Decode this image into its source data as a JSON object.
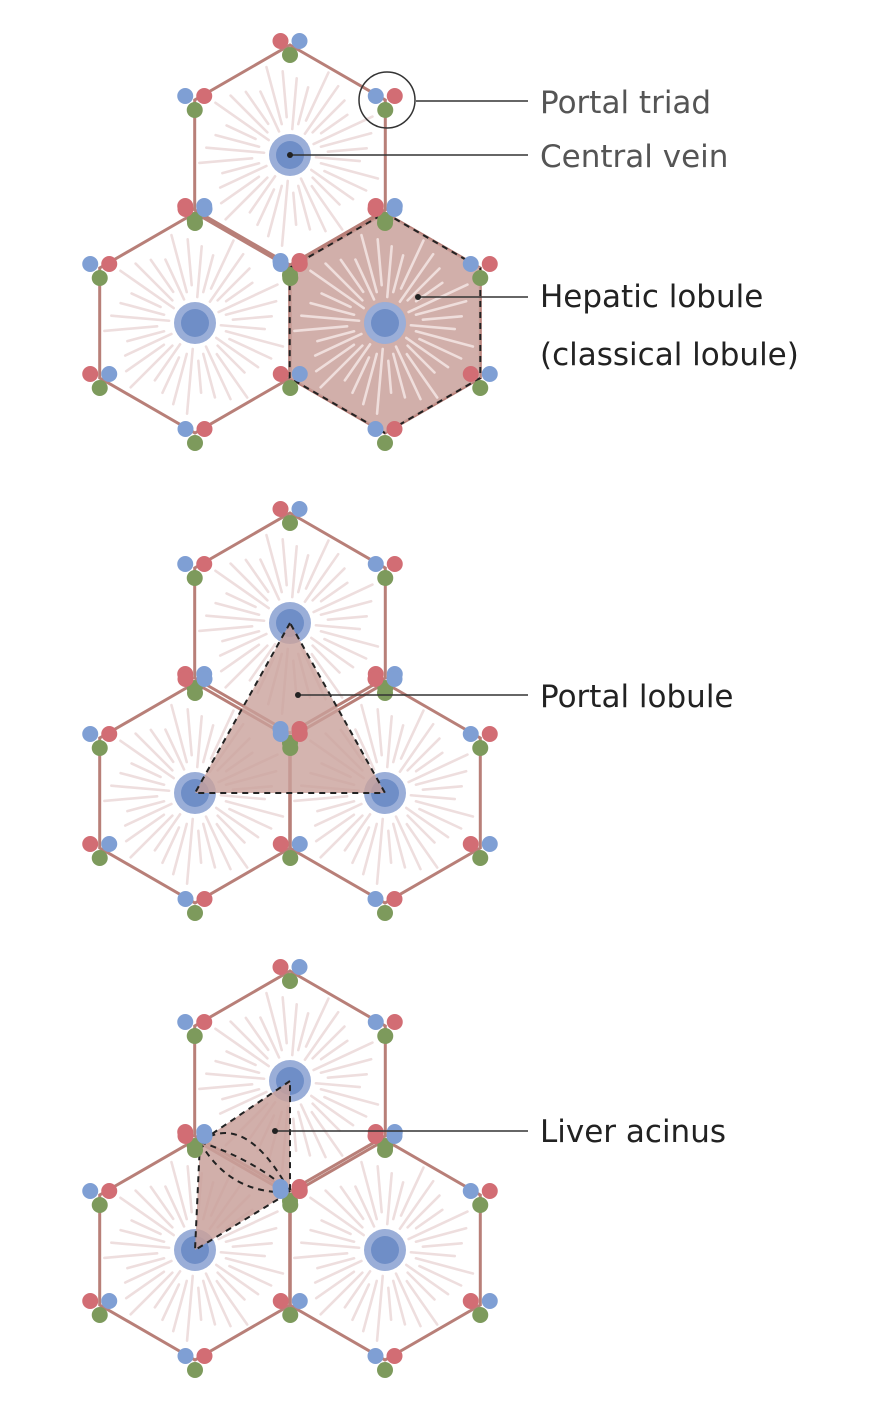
{
  "labels": {
    "portal_triad": "Portal triad",
    "central_vein": "Central vein",
    "hepatic_lobule_line1": "Hepatic lobule",
    "hepatic_lobule_line2": "(classical lobule)",
    "portal_lobule": "Portal lobule",
    "liver_acinus": "Liver acinus"
  },
  "colors": {
    "hex_outline": "#b87f78",
    "highlight_fill": "#c9a19b",
    "central_vein_outer": "#9aaed8",
    "central_vein_inner": "#6f8ec7",
    "triad_red": "#d26d74",
    "triad_blue": "#7f9fd4",
    "triad_green": "#7d9a5c",
    "sinusoid": "#ead6d6",
    "leader": "#333333"
  }
}
